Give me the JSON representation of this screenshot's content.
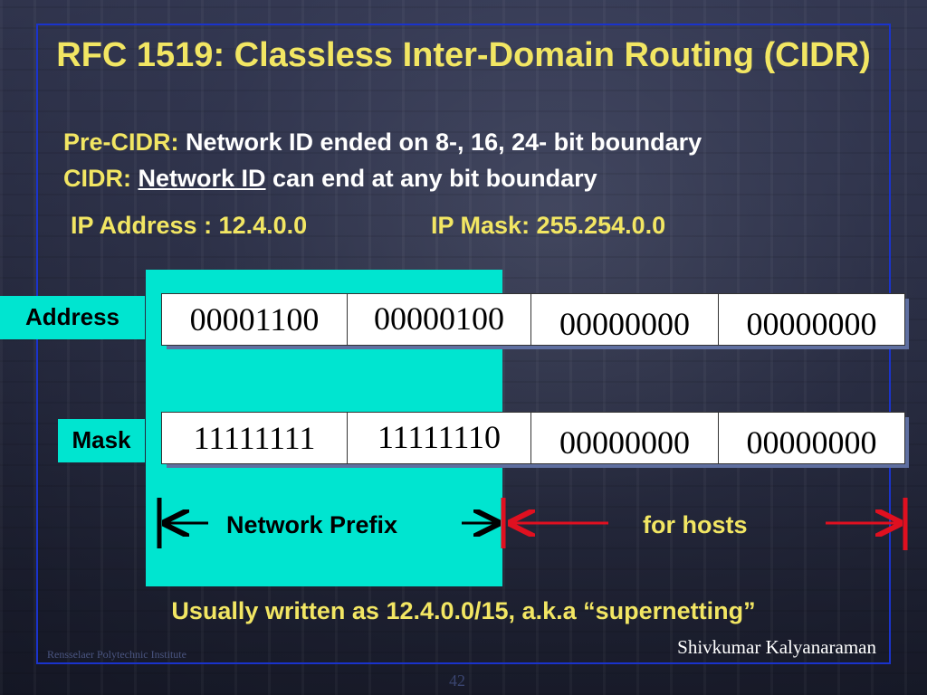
{
  "title": "RFC 1519: Classless Inter-Domain Routing (CIDR)",
  "lines": {
    "pre_label": "Pre-CIDR:",
    "pre_text": " Network ID ended on 8-, 16, 24- bit boundary",
    "cidr_label": "CIDR:",
    "cidr_underlined": "Network ID",
    "cidr_text": " can end at any bit boundary",
    "ip_address": "IP Address : 12.4.0.0",
    "ip_mask": "IP  Mask: 255.254.0.0"
  },
  "address_row": {
    "label": "Address",
    "octets": [
      "00001100",
      "00000100",
      "00000000",
      "00000000"
    ]
  },
  "mask_row": {
    "label": "Mask",
    "octets": [
      "11111111",
      "11111110",
      "00000000",
      "00000000"
    ]
  },
  "arrows": {
    "network_prefix": "Network Prefix",
    "for_hosts": "for hosts"
  },
  "footer_note": "Usually written as 12.4.0.0/15, a.k.a “supernetting”",
  "author": "Shivkumar Kalyanaraman",
  "institute": "Rensselaer Polytechnic Institute",
  "page_number": "42",
  "colors": {
    "title": "#f2e663",
    "cyan": "#00e5d0",
    "frame": "#1a33cc",
    "arrow_red": "#e01020",
    "arrow_black": "#000000"
  }
}
